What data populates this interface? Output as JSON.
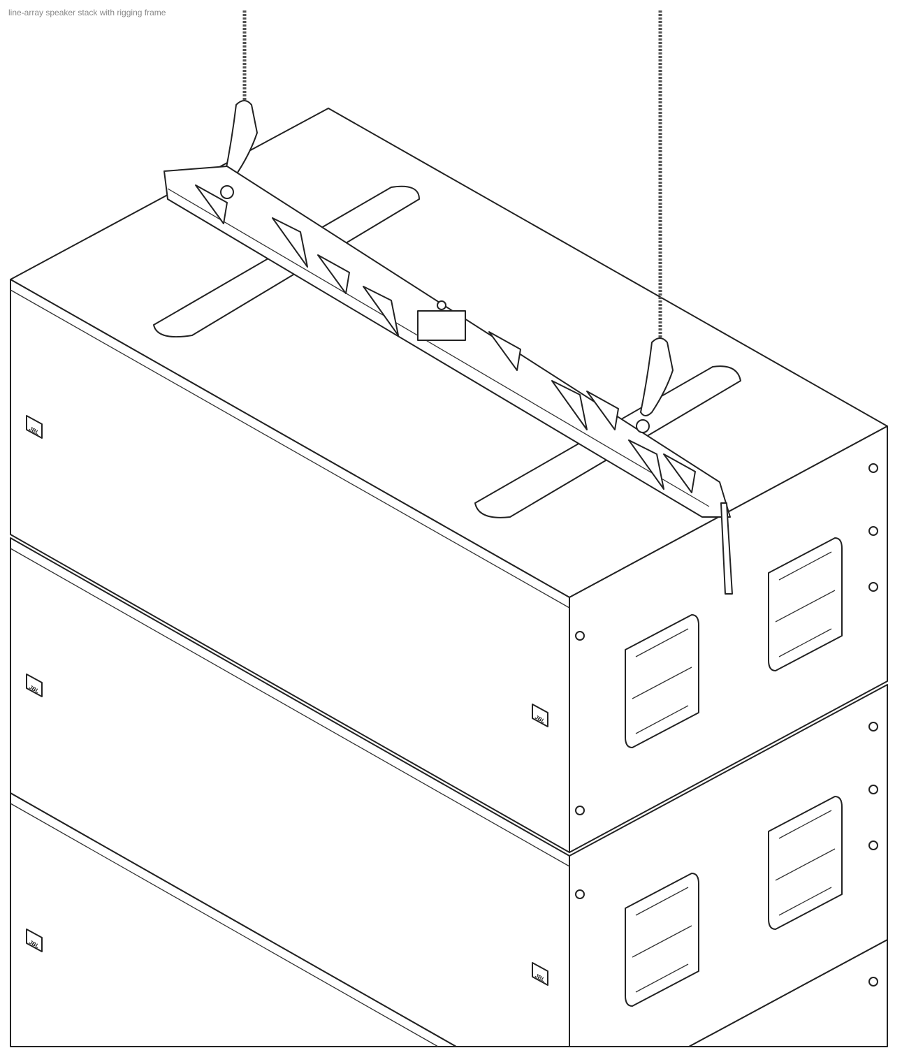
{
  "diagram": {
    "subject": "line-array speaker stack with rigging frame",
    "brand_logo": "JBL",
    "enclosure_count_visible": 3,
    "colors": {
      "line": "#222222",
      "background": "#ffffff"
    }
  }
}
